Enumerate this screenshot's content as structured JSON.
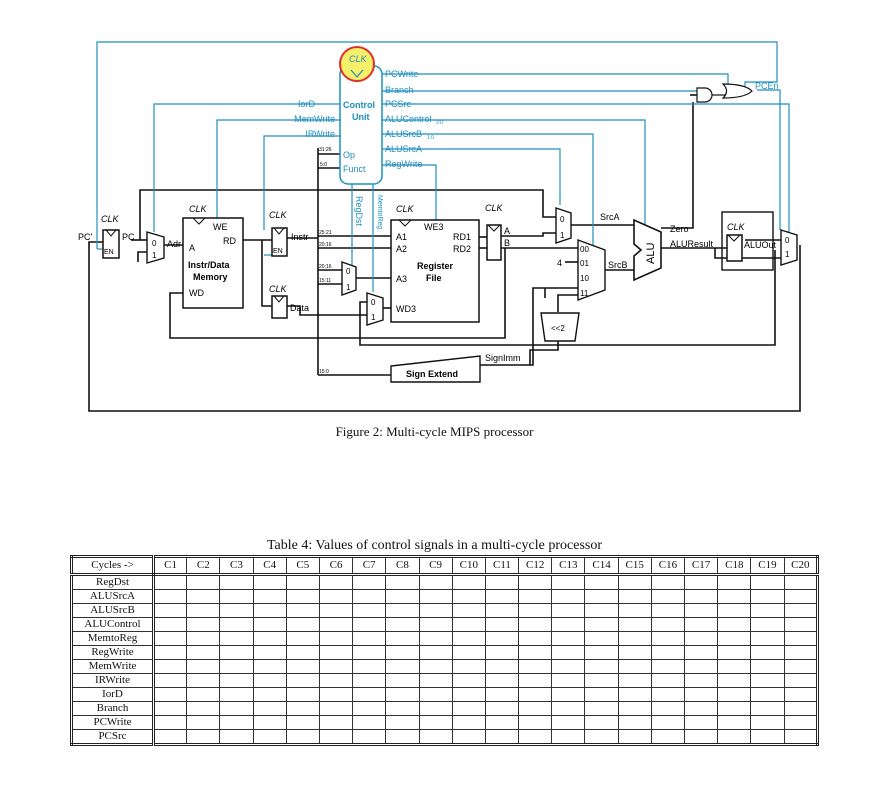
{
  "figure": {
    "caption": "Figure 2: Multi-cycle MIPS processor",
    "control_unit": {
      "clk": "CLK",
      "title": "Control",
      "title2": "Unit",
      "op": "Op",
      "funct": "Funct",
      "outputs_right": [
        "PCWrite",
        "Branch",
        "PCSrc",
        "ALUControl",
        "ALUSrcB",
        "ALUSrcA",
        "RegWrite"
      ],
      "alucontrol_sub": "2:0",
      "alusrcb_sub": "1:0",
      "outputs_left": [
        "IorD",
        "MemWrite",
        "IRWrite"
      ],
      "outputs_bottom": [
        "RegDst",
        "MemtoReg"
      ]
    },
    "pcen": "PCEn",
    "pc_prime": "PC'",
    "pc": "PC",
    "clk": "CLK",
    "en": "EN",
    "adr": "Adr",
    "memory": {
      "we": "WE",
      "a": "A",
      "rd": "RD",
      "title": "Instr/Data",
      "title2": "Memory",
      "wd": "WD"
    },
    "instr": "Instr",
    "data": "Data",
    "instr_fields": [
      "31:26",
      "5:0",
      "25:21",
      "20:16",
      "20:16",
      "15:11",
      "15:0"
    ],
    "regfile": {
      "we3": "WE3",
      "a1": "A1",
      "a2": "A2",
      "a3": "A3",
      "rd1": "RD1",
      "rd2": "RD2",
      "wd3": "WD3",
      "title": "Register",
      "title2": "File"
    },
    "reg_a": "A",
    "reg_b": "B",
    "srca": "SrcA",
    "srcb": "SrcB",
    "alu": "ALU",
    "zero": "Zero",
    "aluresult": "ALUResult",
    "aluout": "ALUOut",
    "four": "4",
    "mux_srcb_inputs": [
      "00",
      "01",
      "10",
      "11"
    ],
    "shift": "<<2",
    "signimm": "SignImm",
    "sign_extend": "Sign Extend",
    "mux0": "0",
    "mux1": "1"
  },
  "table": {
    "caption": "Table 4: Values of control signals in a multi-cycle processor",
    "corner": "Cycles ->",
    "cycles": [
      "C1",
      "C2",
      "C3",
      "C4",
      "C5",
      "C6",
      "C7",
      "C8",
      "C9",
      "C10",
      "C11",
      "C12",
      "C13",
      "C14",
      "C15",
      "C16",
      "C17",
      "C18",
      "C19",
      "C20"
    ],
    "signals": [
      "RegDst",
      "ALUSrcA",
      "ALUSrcB",
      "ALUControl",
      "MemtoReg",
      "RegWrite",
      "MemWrite",
      "IRWrite",
      "IorD",
      "Branch",
      "PCWrite",
      "PCSrc"
    ]
  },
  "colors": {
    "wire": "#111111",
    "control": "#1f8fbf",
    "clk_fill": "#f5ef6a",
    "clk_ring": "#e0302a"
  }
}
